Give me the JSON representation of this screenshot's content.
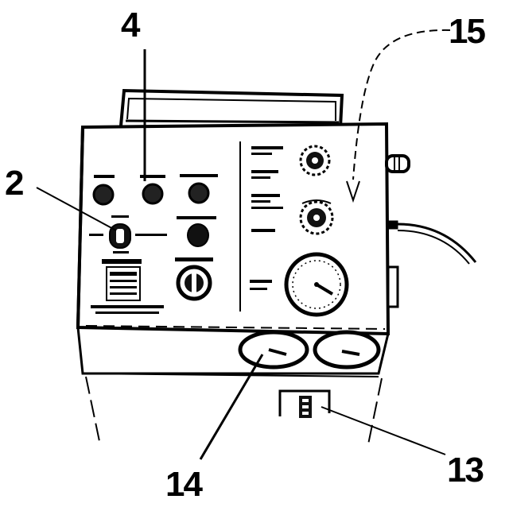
{
  "callouts": {
    "c2": "2",
    "c4": "4",
    "c13": "13",
    "c14": "14",
    "c15": "15"
  },
  "colors": {
    "ink": "#000000",
    "paper": "#ffffff"
  },
  "icons": [
    "indicator-lamp",
    "rotary-knob",
    "pressure-gauge",
    "toggle-switch",
    "key-switch",
    "vent-knob"
  ]
}
